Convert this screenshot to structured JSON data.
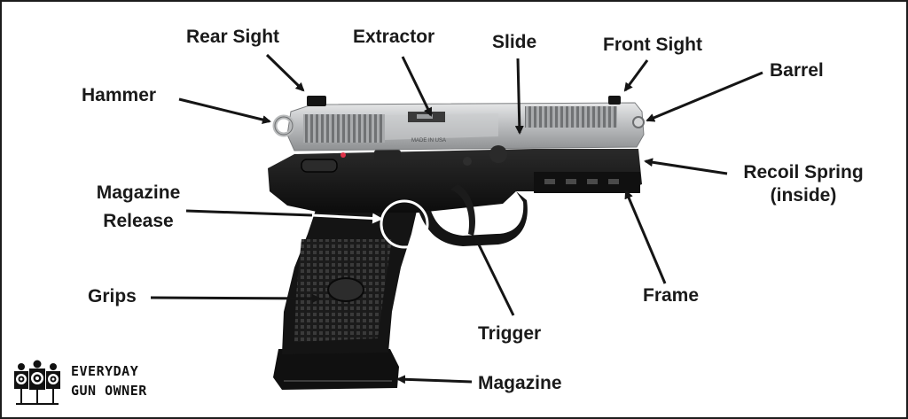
{
  "labels": {
    "rear_sight": "Rear Sight",
    "extractor": "Extractor",
    "slide": "Slide",
    "front_sight": "Front Sight",
    "barrel": "Barrel",
    "hammer": "Hammer",
    "recoil_spring_line1": "Recoil Spring",
    "recoil_spring_line2": "(inside)",
    "magazine_release_line1": "Magazine",
    "magazine_release_line2": "Release",
    "grips": "Grips",
    "frame": "Frame",
    "trigger": "Trigger",
    "magazine": "Magazine"
  },
  "slide_engraving": "MADE IN USA",
  "brand": {
    "line1": "EVERYDAY",
    "line2": "GUN OWNER",
    "icon": "shooting-target-people-icon"
  },
  "colors": {
    "frame": "#161616",
    "slide": "#b9bbbc",
    "arrow": "#151515",
    "callout_circle": "#ffffff",
    "border": "#1c1c1c"
  }
}
